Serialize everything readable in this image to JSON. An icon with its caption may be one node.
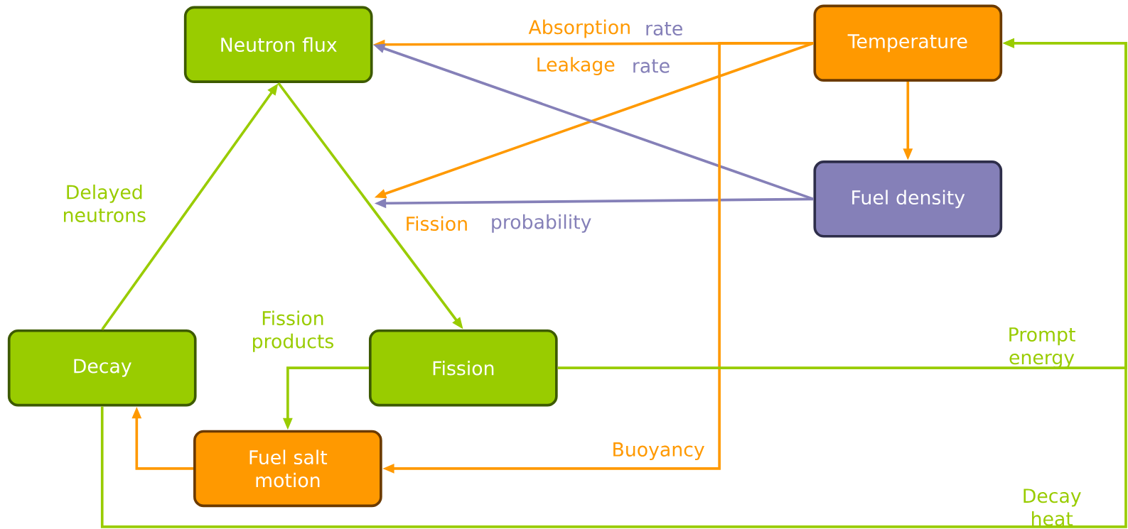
{
  "diagram": {
    "nodes": [
      {
        "text": [
          "Neutron flux"
        ]
      },
      {
        "text": [
          "Temperature"
        ]
      },
      {
        "text": [
          "Fuel density"
        ]
      },
      {
        "text": [
          "Decay"
        ]
      },
      {
        "text": [
          "Fission"
        ]
      },
      {
        "text": [
          "Fuel salt motion"
        ]
      }
    ],
    "edges": [
      {
        "from": 1,
        "to": 0,
        "arrow": "to",
        "color": "#ff9900"
      },
      {
        "from": 1,
        "to": null,
        "arrow": "to",
        "color": "#ff9900"
      },
      {
        "from": 2,
        "to": 0,
        "arrow": "to",
        "color": "#8580b8"
      },
      {
        "from": 2,
        "to": null,
        "arrow": "to",
        "color": "#8580b8"
      },
      {
        "from": 1,
        "to": 2,
        "arrow": "to",
        "color": "#ff9900"
      },
      {
        "from": 0,
        "to": 4,
        "arrow": "to",
        "color": "#99cc00"
      },
      {
        "from": 3,
        "to": 0,
        "arrow": "to",
        "color": "#99cc00",
        "label": "Delayed neutrons"
      },
      {
        "from": 4,
        "to": 5,
        "arrow": "to",
        "color": "#99cc00",
        "label": "Fission products"
      },
      {
        "from": 5,
        "to": 3,
        "arrow": "to",
        "color": "#ff9900"
      },
      {
        "from": 1,
        "to": 5,
        "arrow": "to",
        "color": "#ff9900",
        "label": "Buoyancy"
      },
      {
        "from": 4,
        "to": 1,
        "arrow": "to",
        "color": "#99cc00",
        "label": "Prompt energy"
      },
      {
        "from": 3,
        "to": 1,
        "arrow": "to",
        "color": "#99cc00",
        "label": "Decay heat"
      }
    ],
    "labels": [
      "Absorption",
      "rate",
      "Leakage",
      "rate",
      "Fission",
      "probability"
    ]
  }
}
